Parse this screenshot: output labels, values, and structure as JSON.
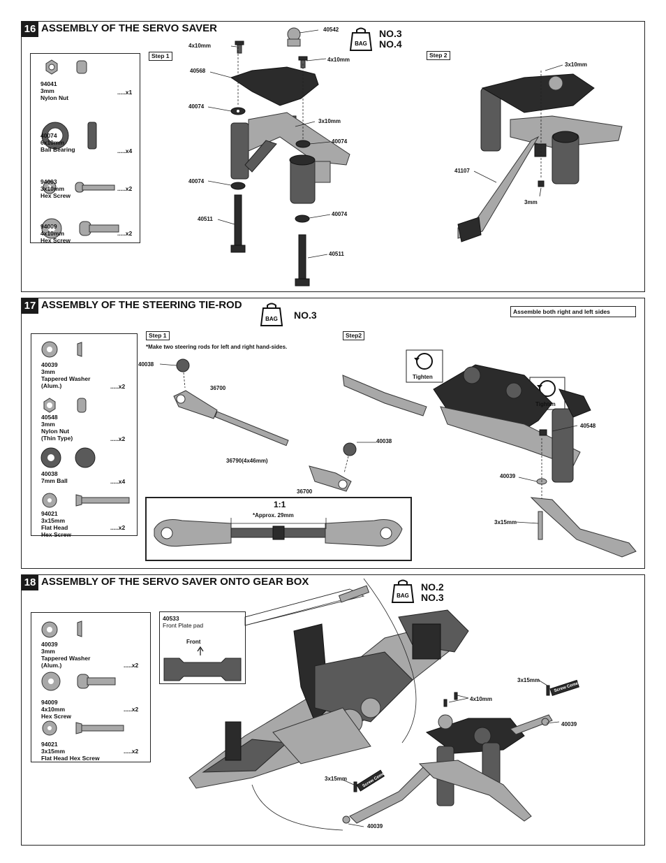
{
  "sections": [
    {
      "number": "16",
      "title": "ASSEMBLY OF THE SERVO SAVER",
      "bags": [
        "NO.3",
        "NO.4"
      ],
      "bag_label": "BAG",
      "parts": [
        {
          "code": "94041",
          "size": "3mm",
          "name": "Nylon Nut",
          "name2": "",
          "qty": ".....x1"
        },
        {
          "code": "40074",
          "size": "6x10mm",
          "name": "Ball Bearing",
          "name2": "",
          "qty": ".....x4"
        },
        {
          "code": "94003",
          "size": "3x10mm",
          "name": "Hex Screw",
          "name2": "",
          "qty": ".....x2"
        },
        {
          "code": "94009",
          "size": "4x10mm",
          "name": "Hex Screw",
          "name2": "",
          "qty": ".....x2"
        }
      ],
      "step1_label": "Step 1",
      "step2_label": "Step 2",
      "callouts": [
        "40542",
        "4x10mm",
        "4x10mm",
        "40568",
        "40074",
        "3x10mm",
        "40074",
        "40074",
        "40074",
        "40511",
        "40511",
        "3x10mm",
        "41107",
        "3mm"
      ]
    },
    {
      "number": "17",
      "title": "ASSEMBLY OF THE STEERING TIE-ROD",
      "bags": [
        "NO.3"
      ],
      "bag_label": "BAG",
      "note_box": "Assemble both right and left sides",
      "parts": [
        {
          "code": "40039",
          "size": "3mm",
          "name": "Tappered Washer",
          "name2": "(Alum.)",
          "qty": ".....x2"
        },
        {
          "code": "40548",
          "size": "3mm",
          "name": "Nylon Nut",
          "name2": "(Thin Type)",
          "qty": ".....x2"
        },
        {
          "code": "40038",
          "size": "7mm Ball",
          "name": "",
          "name2": "",
          "qty": ".....x4"
        },
        {
          "code": "94021",
          "size": "3x15mm",
          "name": "Flat Head",
          "name2": "Hex Screw",
          "qty": ".....x2"
        }
      ],
      "step1_label": "Step 1",
      "step2_label": "Step2",
      "step1_note": "*Make two steering rods for left and right hand-sides.",
      "scale_label": "1:1",
      "approx_label": "*Approx. 29mm",
      "tighten": "Tighten",
      "callouts": [
        "40038",
        "36700",
        "36790(4x46mm)",
        "40038",
        "36700",
        "40548",
        "40039",
        "3x15mm"
      ]
    },
    {
      "number": "18",
      "title": "ASSEMBLY OF THE SERVO SAVER  ONTO GEAR BOX",
      "bags": [
        "NO.2",
        "NO.3"
      ],
      "bag_label": "BAG",
      "parts": [
        {
          "code": "40039",
          "size": "3mm",
          "name": "Tappered Washer",
          "name2": "(Alum.)",
          "qty": ".....x2"
        },
        {
          "code": "94009",
          "size": "4x10mm",
          "name": "Hex Screw",
          "name2": "",
          "qty": ".....x2"
        },
        {
          "code": "94021",
          "size": "3x15mm",
          "name": "Flat Head Hex Screw",
          "name2": "",
          "qty": ".....x2"
        }
      ],
      "pad_code": "40533",
      "pad_name": "Front Plate pad",
      "pad_front": "Front",
      "screw_cement": "Screw Cement",
      "callouts": [
        "3x15mm",
        "4x10mm",
        "40039",
        "3x15mm",
        "40039"
      ]
    }
  ],
  "colors": {
    "panel_border": "#222222",
    "dark_part": "#2b2b2b",
    "mid_part": "#5a5a5a",
    "light_part": "#a8a8a8"
  }
}
